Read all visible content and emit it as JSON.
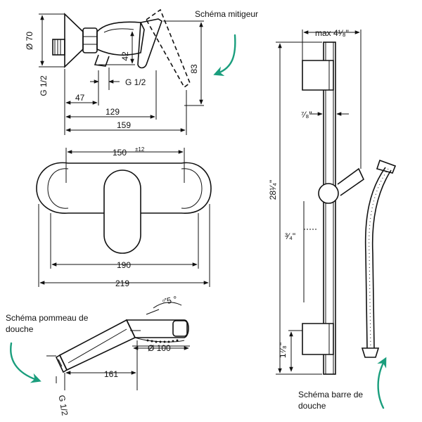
{
  "notes": {
    "mixer": "Schéma mitigeur",
    "handshower_line1": "Schéma pommeau de",
    "handshower_line2": "douche",
    "bar_line1": "Schéma barre de",
    "bar_line2": "douche"
  },
  "mixer_side": {
    "dia": "Ø 70",
    "thread_left": "G 1/2",
    "thread_right": "G 1/2",
    "d42": "42",
    "d83": "83",
    "d47": "47",
    "d129": "129",
    "d159": "159"
  },
  "mixer_front": {
    "d150": "150",
    "d150_tol": "±12",
    "d190": "190",
    "d219": "219"
  },
  "handshower": {
    "angle": "5 °",
    "angle_symbol": "♂",
    "d100": "Ø 100",
    "d161": "161",
    "thread": "G 1/2"
  },
  "bar": {
    "max": "max 4¹⁄₈\"",
    "d78": "⁷⁄₈\"",
    "d2814": "28¹⁄₄\"",
    "d34": "³⁄₄\"",
    "d178": "1⁷⁄₈\""
  },
  "colors": {
    "line": "#111111",
    "arrow": "#1a9e7d"
  }
}
